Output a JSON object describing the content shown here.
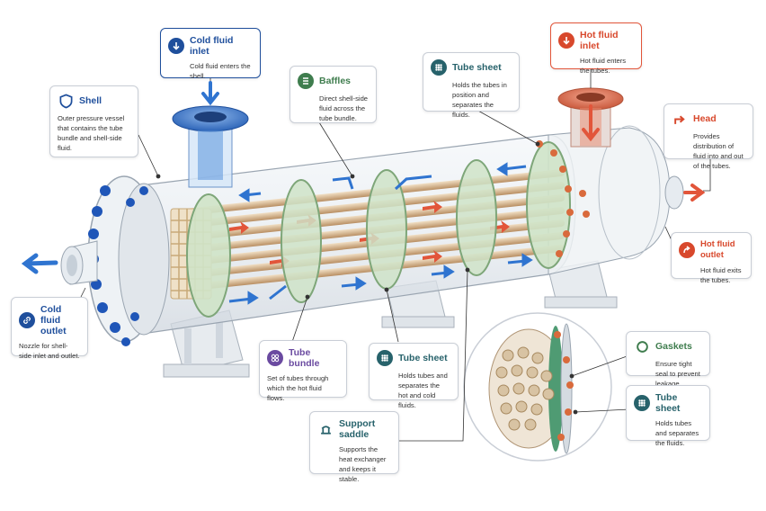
{
  "callouts": {
    "cold_inlet": {
      "title": "Cold fluid inlet",
      "desc": "Cold fluid enters the shell."
    },
    "hot_inlet": {
      "title": "Hot fluid inlet",
      "desc": "Hot fluid enters the tubes."
    },
    "shell": {
      "title": "Shell",
      "desc": "Outer pressure vessel that contains the tube bundle and shell-side fluid."
    },
    "baffles": {
      "title": "Baffles",
      "desc": "Direct shell-side fluid across the tube bundle."
    },
    "tube_sheet_top": {
      "title": "Tube sheet",
      "desc": "Holds the tubes in position and separates the fluids."
    },
    "head": {
      "title": "Head",
      "desc": "Provides distribution of fluid into and out of the tubes."
    },
    "hot_outlet": {
      "title": "Hot fluid outlet",
      "desc": "Hot fluid exits the tubes."
    },
    "cold_outlet": {
      "title": "Cold fluid outlet",
      "desc": "Nozzle for shell-side inlet and outlet."
    },
    "tube_bundle": {
      "title": "Tube bundle",
      "desc": "Set of tubes through which the hot fluid flows."
    },
    "tube_sheet_mid": {
      "title": "Tube sheet",
      "desc": "Holds tubes and separates the hot and cold fluids."
    },
    "support_saddle": {
      "title": "Support saddle",
      "desc": "Supports the heat exchanger and keeps it stable."
    },
    "gaskets": {
      "title": "Gaskets",
      "desc": "Ensure tight seal to prevent leakage."
    },
    "tube_sheet_detail": {
      "title": "Tube sheet",
      "desc": "Holds tubes and separates the fluids."
    }
  },
  "colors": {
    "cold": "#2f74d0",
    "hot": "#e2553a",
    "baffle": "#cfe3c8",
    "bolt": "#1f56b8",
    "hot_bolt": "#d96a3c"
  },
  "icons": {
    "cold_inlet": "arrow-down-icon",
    "hot_inlet": "arrow-down-icon",
    "shell": "shield-icon",
    "baffles": "baffle-icon",
    "tube_sheet": "grid-dots-icon",
    "head": "branch-arrow-icon",
    "hot_outlet": "curved-arrow-icon",
    "cold_outlet": "link-icon",
    "tube_bundle": "circles-icon",
    "support_saddle": "saddle-icon",
    "gaskets": "ring-icon"
  }
}
